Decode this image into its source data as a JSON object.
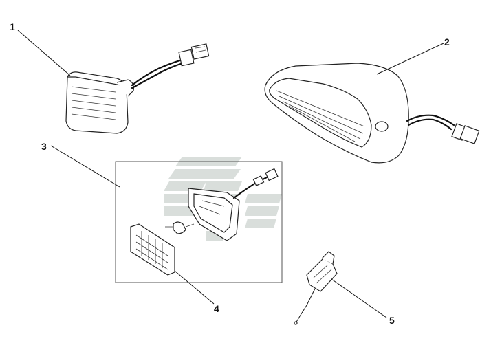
{
  "callouts": {
    "c1": "1",
    "c2": "2",
    "c3": "3",
    "c4": "4",
    "c5": "5"
  },
  "watermark_color": "#d5dbd8"
}
